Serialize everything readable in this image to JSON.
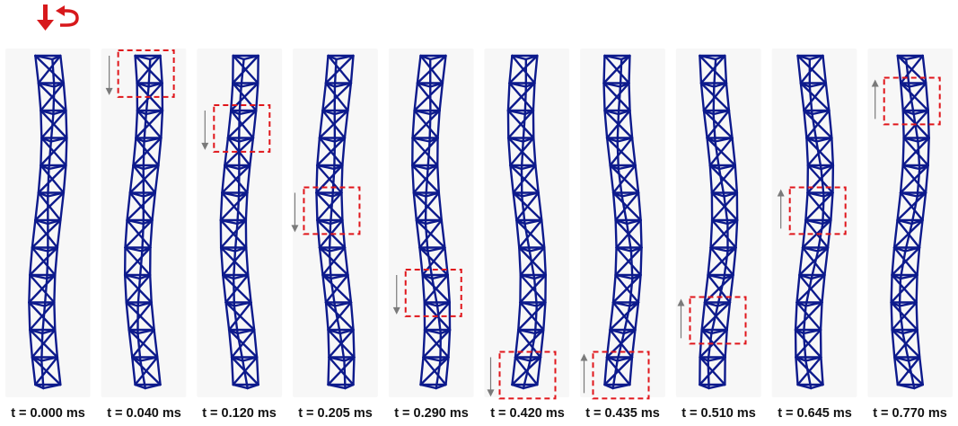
{
  "colors": {
    "truss": "#0d1a8c",
    "highlight": "#e0161b",
    "motion_arrow": "#7a7a7a",
    "load_arrow": "#d7191c",
    "panel_background": "#f7f7f7"
  },
  "load_symbols": [
    "compression-arrow-icon",
    "twist-arrow-icon"
  ],
  "frames": [
    {
      "time_label": "t = 0.000 ms",
      "highlight_cell": null,
      "motion": null
    },
    {
      "time_label": "t = 0.040 ms",
      "highlight_cell": 0,
      "motion": "down"
    },
    {
      "time_label": "t = 0.120 ms",
      "highlight_cell": 2,
      "motion": "down"
    },
    {
      "time_label": "t = 0.205 ms",
      "highlight_cell": 5,
      "motion": "down"
    },
    {
      "time_label": "t = 0.290 ms",
      "highlight_cell": 8,
      "motion": "down"
    },
    {
      "time_label": "t = 0.420 ms",
      "highlight_cell": 11,
      "motion": "down"
    },
    {
      "time_label": "t = 0.435 ms",
      "highlight_cell": 11,
      "motion": "up"
    },
    {
      "time_label": "t = 0.510 ms",
      "highlight_cell": 9,
      "motion": "up"
    },
    {
      "time_label": "t = 0.645 ms",
      "highlight_cell": 5,
      "motion": "up"
    },
    {
      "time_label": "t = 0.770 ms",
      "highlight_cell": 1,
      "motion": "up"
    }
  ]
}
